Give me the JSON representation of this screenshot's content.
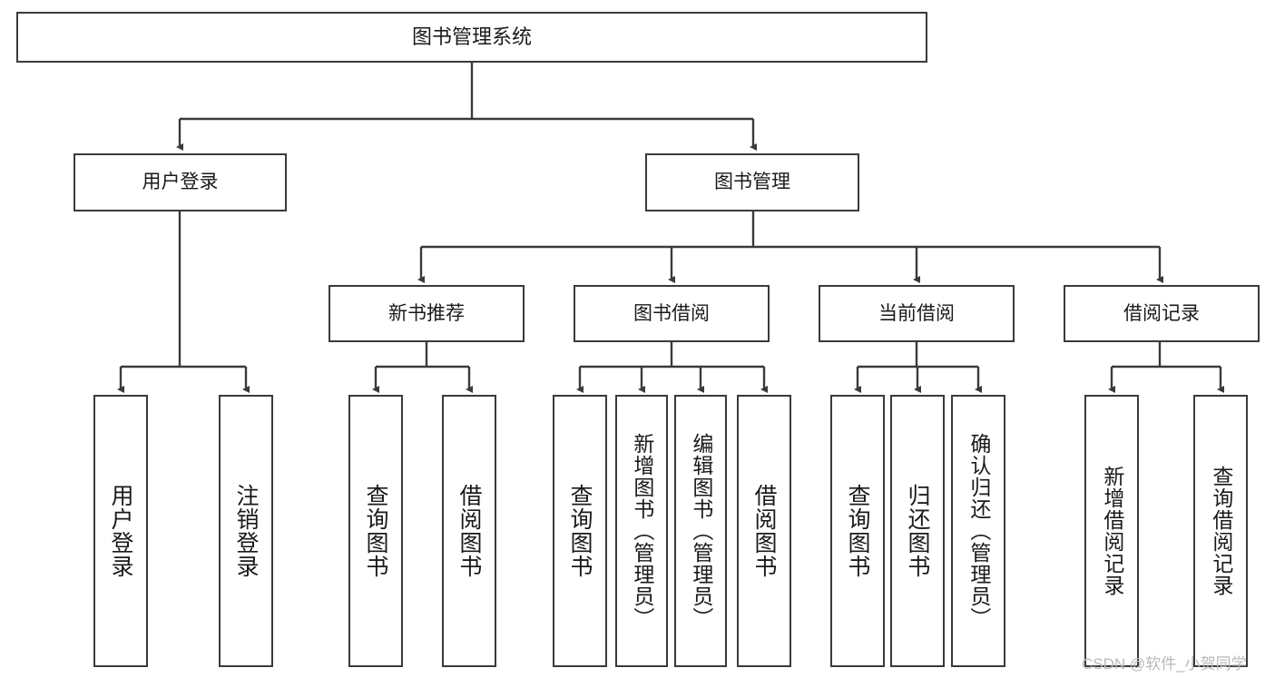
{
  "diagram": {
    "title": "图书管理系统",
    "watermark": "CSDN @软件_小贺同学",
    "stroke_color": "#3a3a3a",
    "text_color": "#1a1a1a",
    "background": "#ffffff",
    "nodes": {
      "root": "图书管理系统",
      "level1": [
        "用户登录",
        "图书管理"
      ],
      "level2": [
        "新书推荐",
        "图书借阅",
        "当前借阅",
        "借阅记录"
      ],
      "leaves": {
        "user_login": [
          "用户登录",
          "注销登录"
        ],
        "new_book_recommend": [
          "查询图书",
          "借阅图书"
        ],
        "book_borrow": [
          "查询图书",
          "新增图书（管理员）",
          "编辑图书（管理员）",
          "借阅图书"
        ],
        "current_borrow": [
          "查询图书",
          "归还图书",
          "确认归还（管理员）"
        ],
        "borrow_record": [
          "新增借阅记录",
          "查询借阅记录"
        ]
      }
    }
  }
}
